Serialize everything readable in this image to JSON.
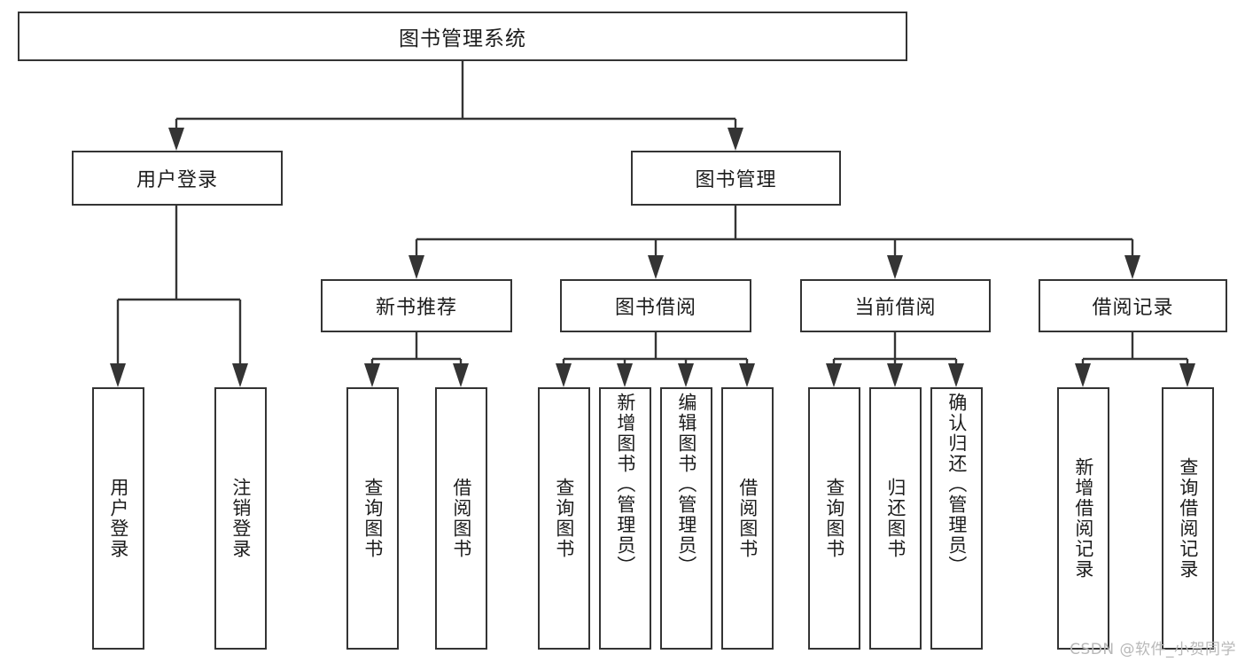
{
  "diagram": {
    "type": "tree-hierarchy",
    "title": "图书管理系统",
    "watermark": "CSDN @软件_小贺同学",
    "colors": {
      "stroke": "#343434",
      "fill": "#ffffff",
      "text": "#1c1c1c",
      "watermark": "#b8b8b8"
    },
    "levels": [
      {
        "level": 1,
        "nodes": [
          {
            "id": "root",
            "label": "图书管理系统",
            "orientation": "horizontal"
          }
        ]
      },
      {
        "level": 2,
        "nodes": [
          {
            "id": "user-login",
            "label": "用户登录",
            "orientation": "horizontal",
            "parent": "root"
          },
          {
            "id": "book-manage",
            "label": "图书管理",
            "orientation": "horizontal",
            "parent": "root"
          }
        ]
      },
      {
        "level": 3,
        "nodes": [
          {
            "id": "new-book-recommend",
            "label": "新书推荐",
            "orientation": "horizontal",
            "parent": "book-manage"
          },
          {
            "id": "book-borrow",
            "label": "图书借阅",
            "orientation": "horizontal",
            "parent": "book-manage"
          },
          {
            "id": "current-borrow",
            "label": "当前借阅",
            "orientation": "horizontal",
            "parent": "book-manage"
          },
          {
            "id": "borrow-record",
            "label": "借阅记录",
            "orientation": "horizontal",
            "parent": "book-manage"
          }
        ]
      },
      {
        "level": 4,
        "nodes": [
          {
            "id": "leaf-user-login",
            "label": "用户登录",
            "orientation": "vertical",
            "parent": "user-login"
          },
          {
            "id": "leaf-logout-login",
            "label": "注销登录",
            "orientation": "vertical",
            "parent": "user-login"
          },
          {
            "id": "leaf-query-book-1",
            "label": "查询图书",
            "orientation": "vertical",
            "parent": "new-book-recommend"
          },
          {
            "id": "leaf-borrow-book-1",
            "label": "借阅图书",
            "orientation": "vertical",
            "parent": "new-book-recommend"
          },
          {
            "id": "leaf-query-book-2",
            "label": "查询图书",
            "orientation": "vertical",
            "parent": "book-borrow"
          },
          {
            "id": "leaf-add-book",
            "label": "新增图书（管理员）",
            "orientation": "vertical",
            "parent": "book-borrow"
          },
          {
            "id": "leaf-edit-book",
            "label": "编辑图书（管理员）",
            "orientation": "vertical",
            "parent": "book-borrow"
          },
          {
            "id": "leaf-borrow-book-2",
            "label": "借阅图书",
            "orientation": "vertical",
            "parent": "book-borrow"
          },
          {
            "id": "leaf-query-book-3",
            "label": "查询图书",
            "orientation": "vertical",
            "parent": "current-borrow"
          },
          {
            "id": "leaf-return-book",
            "label": "归还图书",
            "orientation": "vertical",
            "parent": "current-borrow"
          },
          {
            "id": "leaf-confirm-return",
            "label": "确认归还（管理员）",
            "orientation": "vertical",
            "parent": "current-borrow"
          },
          {
            "id": "leaf-add-record",
            "label": "新增借阅记录",
            "orientation": "vertical",
            "parent": "borrow-record"
          },
          {
            "id": "leaf-query-record",
            "label": "查询借阅记录",
            "orientation": "vertical",
            "parent": "borrow-record"
          }
        ]
      }
    ]
  }
}
